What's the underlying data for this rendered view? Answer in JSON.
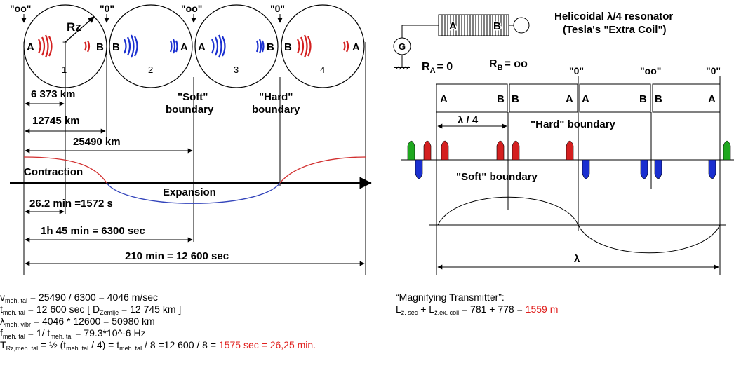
{
  "left": {
    "markers": [
      "\"oo\"",
      "\"0\"",
      "\"oo\"",
      "\"0\""
    ],
    "rz_label": "Rz",
    "circles": [
      {
        "a": "A",
        "b": "B",
        "num": "1"
      },
      {
        "a": "B",
        "b": "A",
        "num": "2"
      },
      {
        "a": "A",
        "b": "B",
        "num": "3"
      },
      {
        "a": "B",
        "b": "A",
        "num": "4"
      }
    ],
    "dims": {
      "d1": "6 373 km",
      "d2": "12745 km",
      "d3": "25490 km",
      "t1": "26.2 min =1572 s",
      "t2": "1h 45 min = 6300 sec",
      "t3": "210 min = 12 600 sec"
    },
    "soft_line1": "\"Soft\"",
    "soft_line2": "boundary",
    "hard_line1": "\"Hard\"",
    "hard_line2": "boundary",
    "contraction": "Contraction",
    "expansion": "Expansion"
  },
  "right": {
    "title1": "Helicoidal λ/4 resonator",
    "title2": "(Tesla's \"Extra Coil\")",
    "coil_a": "A",
    "coil_b": "B",
    "g_label": "G",
    "ra_label": "R",
    "ra_sub": "A",
    "ra_val": "= 0",
    "rb_label": "R",
    "rb_sub": "B",
    "rb_val": "= oo",
    "markers": [
      "\"0\"",
      "\"oo\"",
      "\"0\""
    ],
    "boxes": [
      {
        "left": "A",
        "right": "B"
      },
      {
        "left": "B",
        "right": "A"
      },
      {
        "left": "A",
        "right": "B"
      },
      {
        "left": "B",
        "right": "A"
      }
    ],
    "quarter": "λ / 4",
    "hard": "\"Hard\" boundary",
    "soft": "\"Soft\" boundary",
    "lambda": "λ"
  },
  "formulas": {
    "l1_pre": "v",
    "l1_sub": "meh. tal",
    "l1_post": "= 25490 / 6300 = 4046 m/sec",
    "l2_pre": "t",
    "l2_sub": "meh. tal",
    "l2_mid": "= 12 600 sec [ D",
    "l2_sub2": "Zemlje",
    "l2_post": "= 12 745 km ]",
    "l3_pre": "λ",
    "l3_sub": "meh. vibr",
    "l3_post": "= 4046 * 12600 = 50980 km",
    "l4_pre": "f",
    "l4_sub": "meh. tal",
    "l4_mid": "= 1/ t",
    "l4_sub2": "meh. tal",
    "l4_post": "= 79.3*10^-6 Hz",
    "l5_pre": "T",
    "l5_sub": "Rz,meh. tal",
    "l5_mid1": "= ½ (t",
    "l5_sub2": "meh. tal",
    "l5_mid2": "/ 4) = t",
    "l5_sub3": "meh. tal",
    "l5_mid3": "/ 8 =12 600 / 8 =",
    "l5_red": "1575 sec = 26,25 min."
  },
  "magnify": {
    "title": "“Magnifying Transmitter”:",
    "l_pre": "L",
    "l_sub1": "ž. sec",
    "l_plus": "+ L",
    "l_sub2": "ž.ex. coil",
    "l_mid": "= 781 + 778 =",
    "l_red": "1559 m"
  },
  "colors": {
    "red": "#e0201e",
    "blue": "#1a2fd0",
    "green": "#1fa81f",
    "curve_red": "#d23030",
    "curve_blue": "#3344bb"
  }
}
